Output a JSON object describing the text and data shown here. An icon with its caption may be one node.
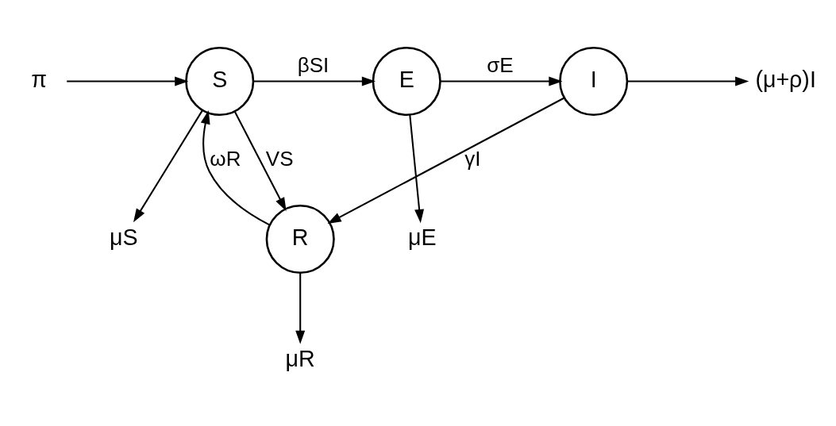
{
  "diagram": {
    "nodes": [
      {
        "text": [
          "π"
        ]
      },
      {
        "text": [
          "S"
        ]
      },
      {
        "text": [
          "E"
        ]
      },
      {
        "text": [
          "I"
        ]
      },
      {
        "text": [
          "(μ+ρ)I"
        ]
      },
      {
        "text": [
          "μS"
        ]
      },
      {
        "text": [
          "μE"
        ]
      },
      {
        "text": [
          "R"
        ]
      },
      {
        "text": [
          "μR"
        ]
      }
    ],
    "edges": [
      {
        "from": 0,
        "to": 1,
        "arrow": "to"
      },
      {
        "from": 1,
        "to": 2,
        "arrow": "to",
        "label": "βSI"
      },
      {
        "from": 2,
        "to": 3,
        "arrow": "to",
        "label": "σE"
      },
      {
        "from": 3,
        "to": 4,
        "arrow": "to"
      },
      {
        "from": 1,
        "to": 5,
        "arrow": "to"
      },
      {
        "from": 2,
        "to": 6,
        "arrow": "to"
      },
      {
        "from": 1,
        "to": 7,
        "arrow": "to",
        "label": "VS"
      },
      {
        "from": 7,
        "to": 1,
        "arrow": "to",
        "label": "ωR"
      },
      {
        "from": 3,
        "to": 7,
        "arrow": "to",
        "label": "γI"
      },
      {
        "from": 7,
        "to": 8,
        "arrow": "to"
      }
    ]
  }
}
